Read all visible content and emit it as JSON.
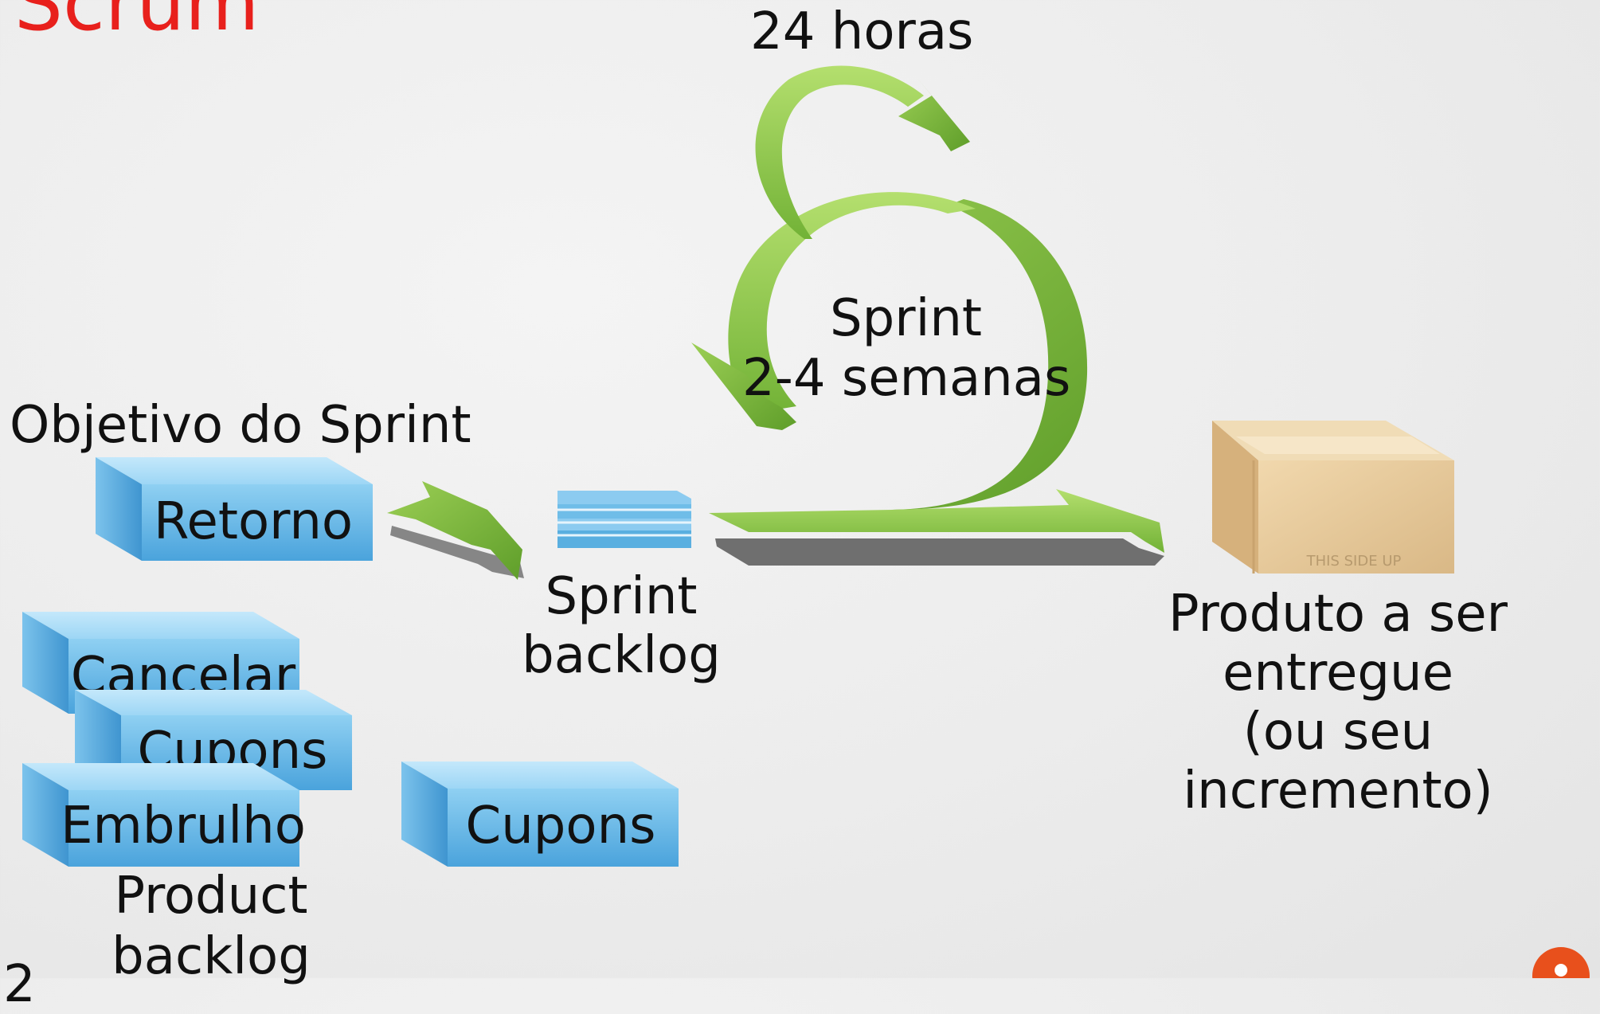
{
  "title": "Scrum",
  "daily_cycle_label": "24 horas",
  "sprint": {
    "name": "Sprint",
    "duration": "2-4 semanas"
  },
  "sprint_goal_label": "Objetivo do Sprint",
  "backlog_items": {
    "retorno": "Retorno",
    "cancelar": "Cancelar",
    "cupons_stack": "Cupons",
    "embrulho": "Embrulho",
    "cupons_single": "Cupons"
  },
  "sprint_backlog_label": {
    "line1": "Sprint",
    "line2": "backlog"
  },
  "product_backlog_label": {
    "line1": "Product",
    "line2": "backlog"
  },
  "product_increment_label": {
    "line1": "Produto a ser",
    "line2": "entregue",
    "line3": "(ou seu incremento)"
  },
  "box_print": "THIS SIDE UP",
  "page_number": "2",
  "colors": {
    "title": "#e8201c",
    "arrow_green": "#7fbe3a",
    "card_blue": "#6fbde8",
    "box_tan": "#e6c89a",
    "corner_badge": "#e8501c"
  }
}
